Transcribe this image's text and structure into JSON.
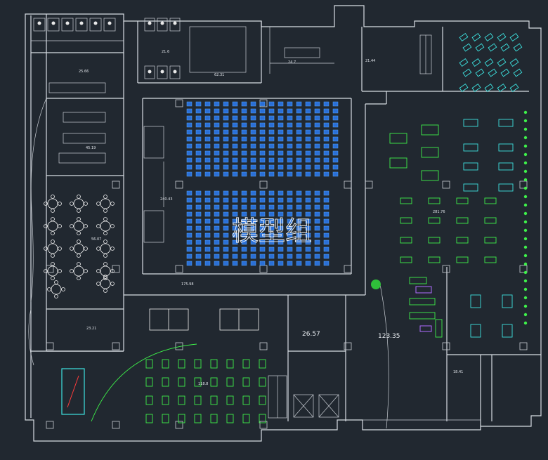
{
  "watermark": "模型组",
  "areas": {
    "auditorium": "240.43",
    "hall": "175.98",
    "room_mid": "26.57",
    "room_right": "123.35",
    "gym": "281.76",
    "lounge_left": "25.66",
    "bottom_left": "118.8",
    "small_a": "21.6",
    "small_b": "62.31",
    "small_c": "24.7",
    "small_d": "23.21",
    "small_e": "56.07",
    "small_f": "45.19",
    "small_g": "21.44",
    "small_h": "18.41"
  },
  "colors": {
    "background": "#212830",
    "walls": "#d8dde3",
    "seating": "#2a6fd6",
    "equipment_green": "#3ef04a",
    "equipment_cyan": "#3de3e0",
    "accent_purple": "#b06cff"
  }
}
